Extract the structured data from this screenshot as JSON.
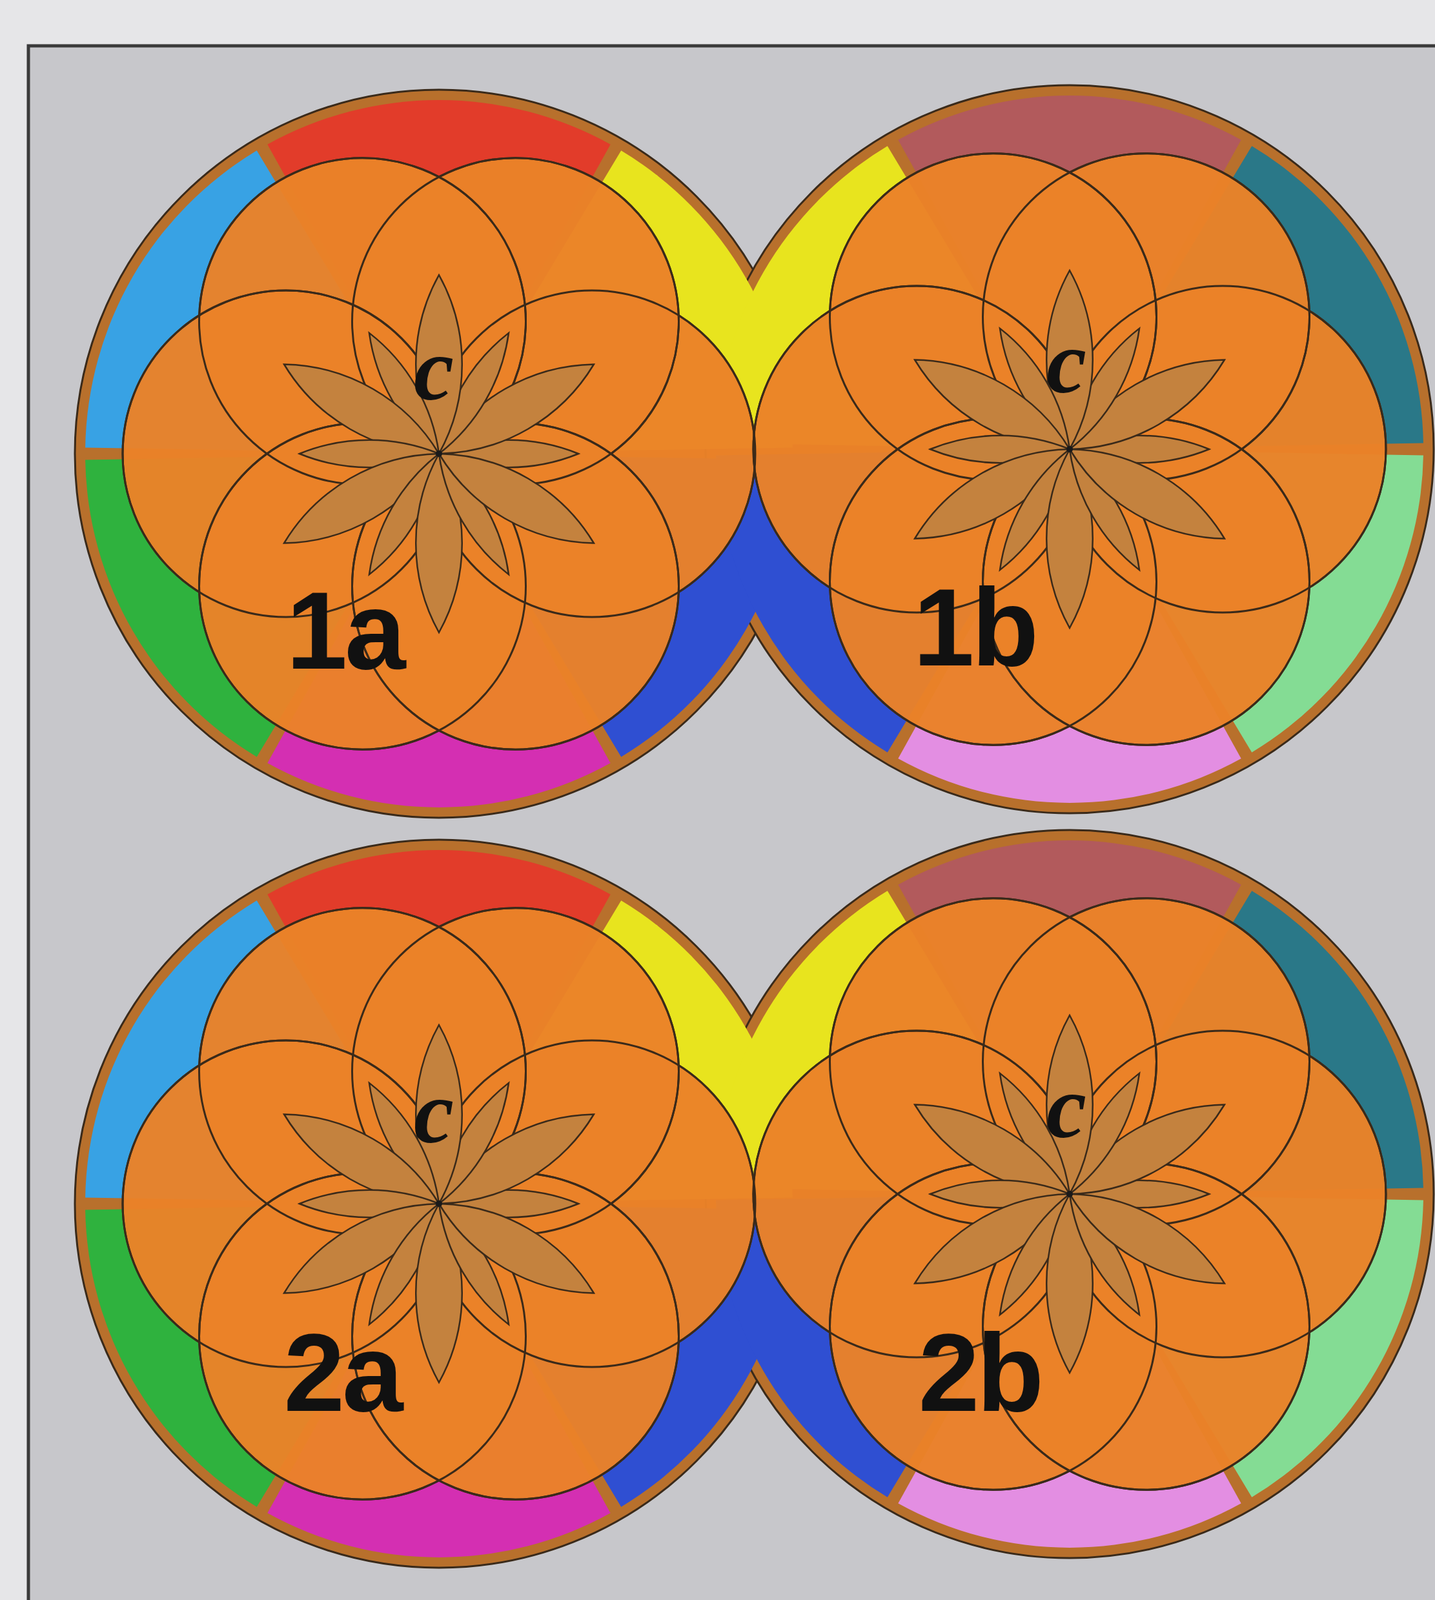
{
  "diagram": {
    "labels": [
      "c",
      "1a",
      "c",
      "1b",
      "c",
      "2a",
      "c",
      "2b"
    ]
  }
}
